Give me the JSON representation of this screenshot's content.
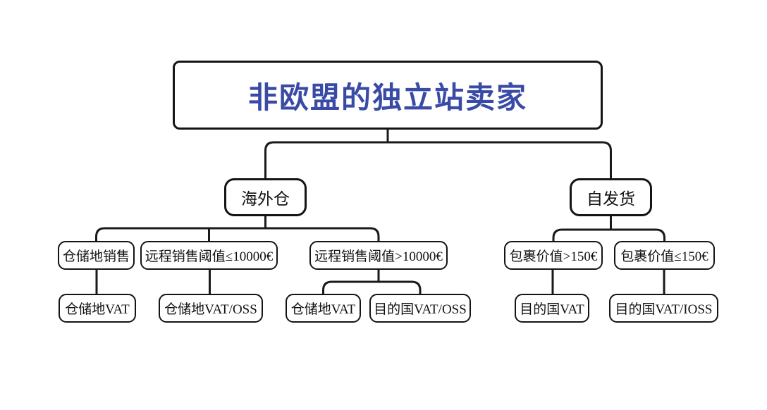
{
  "diagram": {
    "type": "flowchart",
    "colors": {
      "title_text": "#3a4ba6",
      "line": "#1a1a1a",
      "node_border": "#141414",
      "node_background": "#ffffff",
      "page_background": "#ffffff"
    },
    "nodes": {
      "root": "非欧盟的独立站卖家",
      "overseas_warehouse": "海外仓",
      "self_fulfillment": "自发货",
      "warehouse_location_sales": "仓储地销售",
      "remote_sales_le_10000": "远程销售阈值≤10000€",
      "remote_sales_gt_10000": "远程销售阈值>10000€",
      "parcel_value_gt_150": "包裹价值>150€",
      "parcel_value_le_150": "包裹价值≤150€",
      "warehouse_vat_a": "仓储地VAT",
      "warehouse_vat_oss": "仓储地VAT/OSS",
      "warehouse_vat_b": "仓储地VAT",
      "destination_vat_oss": "目的国VAT/OSS",
      "destination_vat": "目的国VAT",
      "destination_vat_ioss": "目的国VAT/IOSS"
    },
    "edges": [
      [
        "root",
        "overseas_warehouse"
      ],
      [
        "root",
        "self_fulfillment"
      ],
      [
        "overseas_warehouse",
        "warehouse_location_sales"
      ],
      [
        "overseas_warehouse",
        "remote_sales_le_10000"
      ],
      [
        "overseas_warehouse",
        "remote_sales_gt_10000"
      ],
      [
        "warehouse_location_sales",
        "warehouse_vat_a"
      ],
      [
        "remote_sales_le_10000",
        "warehouse_vat_oss"
      ],
      [
        "remote_sales_gt_10000",
        "warehouse_vat_b"
      ],
      [
        "remote_sales_gt_10000",
        "destination_vat_oss"
      ],
      [
        "self_fulfillment",
        "parcel_value_gt_150"
      ],
      [
        "self_fulfillment",
        "parcel_value_le_150"
      ],
      [
        "parcel_value_gt_150",
        "destination_vat"
      ],
      [
        "parcel_value_le_150",
        "destination_vat_ioss"
      ]
    ]
  }
}
